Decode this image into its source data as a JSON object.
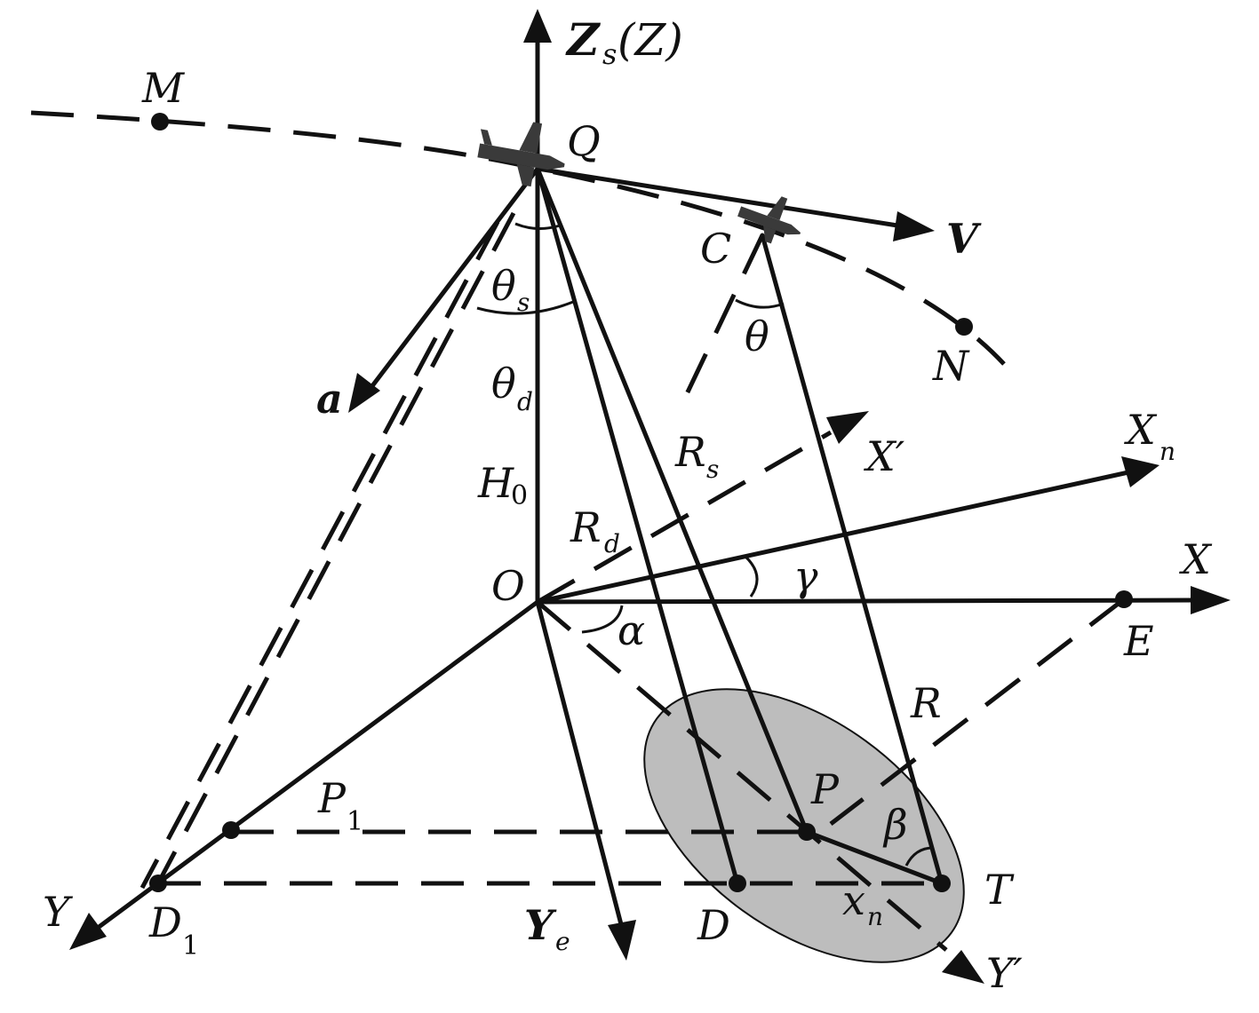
{
  "labels": {
    "Zs": "Z",
    "Zs_sub": "s",
    "Zs_paren": "(Z)",
    "M": "M",
    "Q": "Q",
    "V": "V",
    "C": "C",
    "N": "N",
    "theta_s": "θ",
    "theta_s_sub": "s",
    "theta": "θ",
    "a": "a",
    "theta_d": "θ",
    "theta_d_sub": "d",
    "Rs": "R",
    "Rs_sub": "s",
    "Xprime": "X′",
    "Xn": "X",
    "Xn_sub": "n",
    "H0": "H",
    "H0_sub": "0",
    "Rd": "R",
    "Rd_sub": "d",
    "gamma": "γ",
    "X": "X",
    "O": "O",
    "alpha": "α",
    "E": "E",
    "R": "R",
    "P": "P",
    "beta": "β",
    "P1": "P",
    "P1_sub": "1",
    "T": "T",
    "xn": "x",
    "xn_sub": "n",
    "Y": "Y",
    "D1": "D",
    "D1_sub": "1",
    "Ye": "Y",
    "Ye_sub": "e",
    "D": "D",
    "Yprime": "Y′"
  },
  "colors": {
    "ink": "#111111",
    "ellipse_fill": "#bdbdbd",
    "aircraft": "#3a3a3a"
  }
}
